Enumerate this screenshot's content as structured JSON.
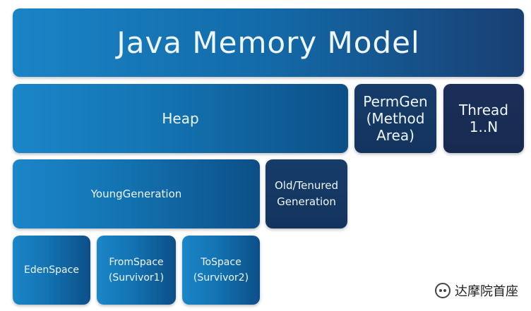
{
  "diagram": {
    "title": "Java Memory Model",
    "heap": "Heap",
    "permgen": "PermGen\n(Method\nArea)",
    "thread": "Thread\n1..N",
    "young_generation": "YoungGeneration",
    "old_generation": "Old/Tenured\nGeneration",
    "eden_space": "EdenSpace",
    "from_space": "FromSpace\n(Survivor1)",
    "to_space": "ToSpace\n(Survivor2)"
  },
  "watermark": {
    "text": "达摩院首座",
    "icon": "wechat-icon"
  }
}
